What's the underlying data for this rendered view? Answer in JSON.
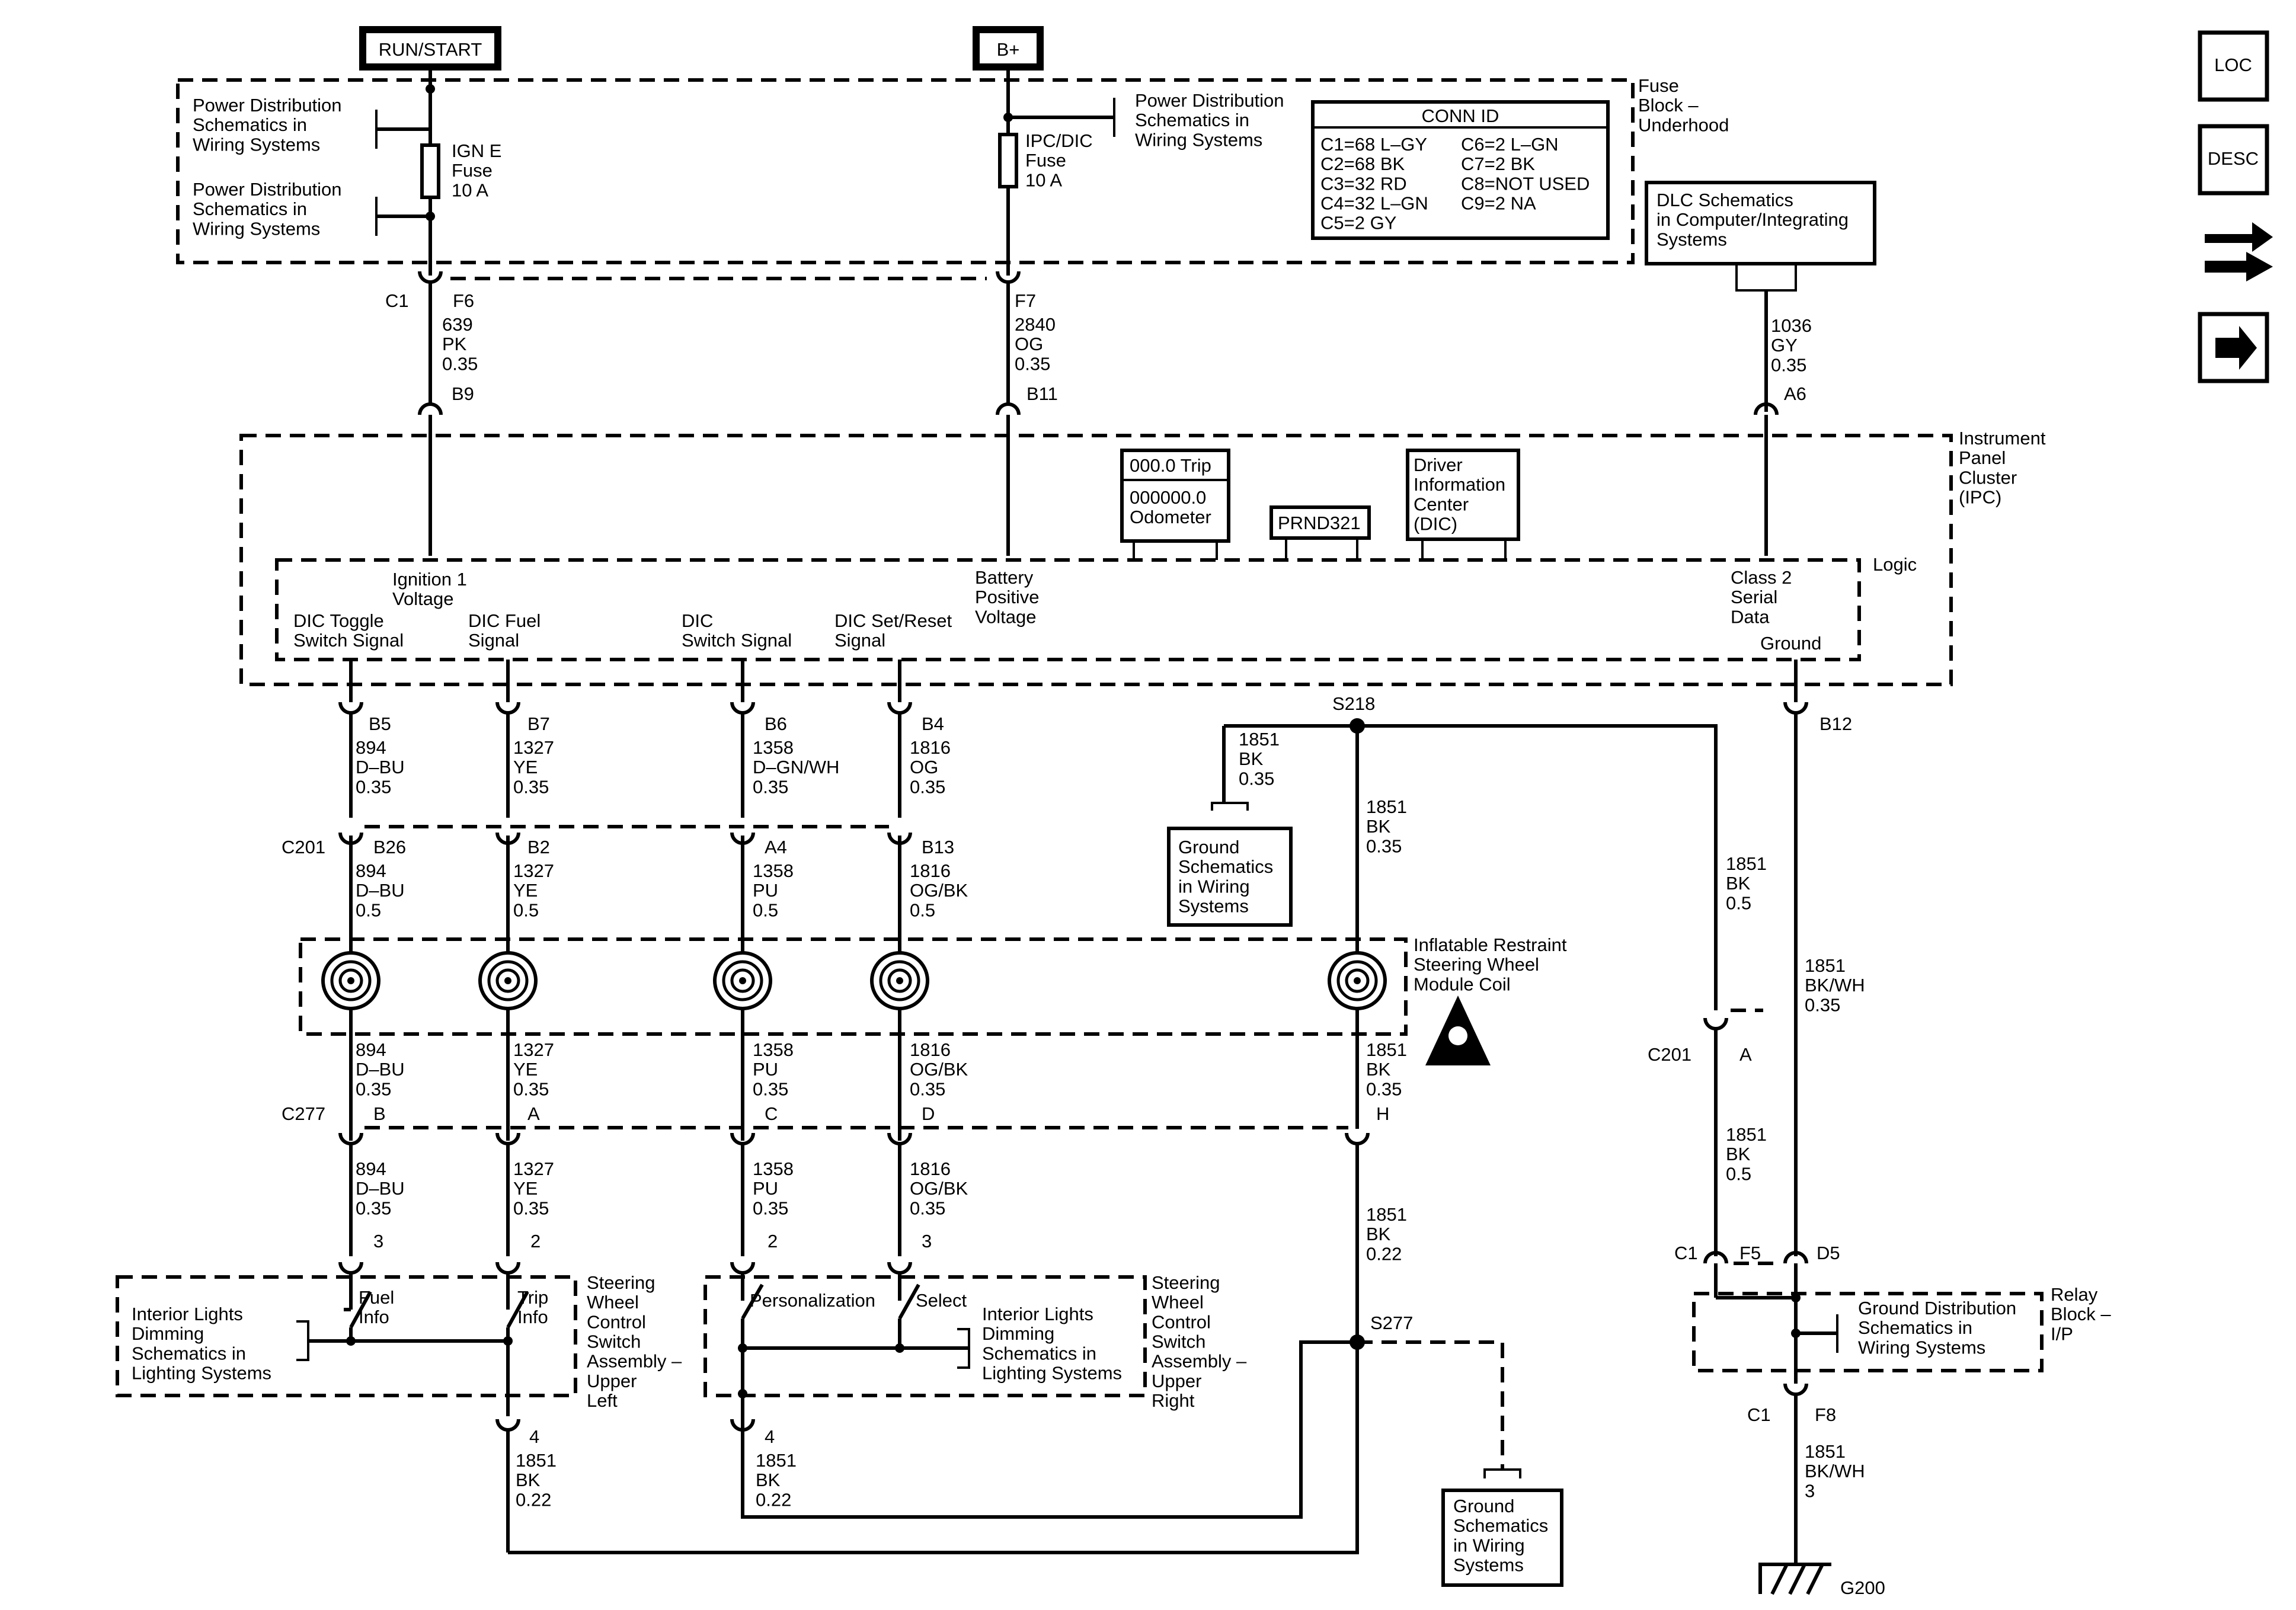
{
  "sources": {
    "run_start": "RUN/START",
    "b_plus": "B+"
  },
  "fuse_block": {
    "label": "Fuse\nBlock –\nUnderhood",
    "ref_pd_1": "Power Distribution\nSchematics in\nWiring Systems",
    "ref_pd_2": "Power Distribution\nSchematics in\nWiring Systems",
    "ref_pd_3": "Power Distribution\nSchematics in\nWiring Systems",
    "fuse_ign": "IGN E\nFuse\n10 A",
    "fuse_ipc": "IPC/DIC\nFuse\n10 A",
    "conn_id": {
      "title": "CONN ID",
      "left": [
        "C1=68 L–GY",
        "C2=68 BK",
        "C3=32 RD",
        "C4=32 L–GN",
        "C5=2 GY"
      ],
      "right": [
        "C6=2 L–GN",
        "C7=2 BK",
        "C8=NOT USED",
        "C9=2 NA"
      ]
    }
  },
  "dlc_box": "DLC Schematics\nin Computer/Integrating\nSystems",
  "top_wires": {
    "c1_label": "C1",
    "f6": {
      "pin": "F6",
      "wire": "639\nPK\n0.35",
      "ipc_pin": "B9"
    },
    "f7": {
      "pin": "F7",
      "wire": "2840\nOG\n0.35",
      "ipc_pin": "B11"
    },
    "dlc": {
      "wire": "1036\nGY\n0.35",
      "ipc_pin": "A6"
    }
  },
  "ipc": {
    "label": "Instrument\nPanel\nCluster\n(IPC)",
    "logic": "Logic",
    "trip": "000.0 Trip",
    "odometer": "000000.0\nOdometer",
    "prnd": "PRND321",
    "dic": "Driver\nInformation\nCenter\n(DIC)",
    "ign1": "Ignition 1\nVoltage",
    "batt": "Battery\nPositive\nVoltage",
    "class2": "Class 2\nSerial\nData",
    "ground": "Ground",
    "toggle": "DIC Toggle\nSwitch Signal",
    "fuel": "DIC Fuel\nSignal",
    "switch": "DIC\nSwitch Signal",
    "setreset": "DIC Set/Reset\nSignal"
  },
  "circuits": {
    "c1": {
      "pin_ipc": "B5",
      "wire_a": "894\nD–BU\n0.35",
      "pin_c201": "B26",
      "wire_b": "894\nD–BU\n0.5",
      "wire_c": "894\nD–BU\n0.35",
      "pin_c277": "B",
      "wire_d": "894\nD–BU\n0.35",
      "pin_sw": "3"
    },
    "c2": {
      "pin_ipc": "B7",
      "wire_a": "1327\nYE\n0.35",
      "pin_c201": "B2",
      "wire_b": "1327\nYE\n0.5",
      "wire_c": "1327\nYE\n0.35",
      "pin_c277": "A",
      "wire_d": "1327\nYE\n0.35",
      "pin_sw": "2"
    },
    "c3": {
      "pin_ipc": "B6",
      "wire_a": "1358\nD–GN/WH\n0.35",
      "pin_c201": "A4",
      "wire_b": "1358\nPU\n0.5",
      "wire_c": "1358\nPU\n0.35",
      "pin_c277": "C",
      "wire_d": "1358\nPU\n0.35",
      "pin_sw": "2"
    },
    "c4": {
      "pin_ipc": "B4",
      "wire_a": "1816\nOG\n0.35",
      "pin_c201": "B13",
      "wire_b": "1816\nOG/BK\n0.5",
      "wire_c": "1816\nOG/BK\n0.35",
      "pin_c277": "D",
      "wire_d": "1816\nOG/BK\n0.35",
      "pin_sw": "3"
    },
    "c5": {
      "wire_c": "1851\nBK\n0.35",
      "pin_c277": "H",
      "wire_d": "1851\nBK\n0.22"
    }
  },
  "connectors": {
    "c201": "C201",
    "c277": "C277",
    "c201_a": "C201",
    "c201_a_pin": "A"
  },
  "splice_s218": {
    "label": "S218",
    "wire_gnd": "1851\nBK\n0.35",
    "wire_down": "1851\nBK\n0.35",
    "wire_right": "1851\nBK\n0.5",
    "wire_right2": "1851\nBK\n0.5",
    "ground_ref": "Ground\nSchematics\nin Wiring\nSystems"
  },
  "airbag": {
    "label": "Inflatable Restraint\nSteering Wheel\nModule Coil"
  },
  "switch_left": {
    "ref": "Interior Lights\nDimming\nSchematics in\nLighting Systems",
    "fuel_info": "Fuel\nInfo",
    "trip_info": "Trip\nInfo",
    "label": "Steering\nWheel\nControl\nSwitch\nAssembly –\nUpper\nLeft",
    "pin4": "4",
    "wire": "1851\nBK\n0.22"
  },
  "switch_right": {
    "personalization": "Personalization",
    "select": "Select",
    "ref": "Interior Lights\nDimming\nSchematics in\nLighting Systems",
    "label": "Steering\nWheel\nControl\nSwitch\nAssembly –\nUpper\nRight",
    "pin4": "4",
    "wire": "1851\nBK\n0.22"
  },
  "splice_s277": {
    "label": "S277",
    "ground_ref": "Ground\nSchematics\nin Wiring\nSystems"
  },
  "ground_branch": {
    "pin_b12": "B12",
    "wire_b12": "1851\nBK/WH\n0.35",
    "c1": "C1",
    "f5": "F5",
    "d5": "D5",
    "relay_block": "Relay\nBlock –\nI/P",
    "ground_ref": "Ground Distribution\nSchematics in\nWiring Systems",
    "c1b": "C1",
    "f8": "F8",
    "wire_g": "1851\nBK/WH\n3",
    "g200": "G200"
  },
  "legend": {
    "loc": "LOC",
    "desc": "DESC"
  }
}
